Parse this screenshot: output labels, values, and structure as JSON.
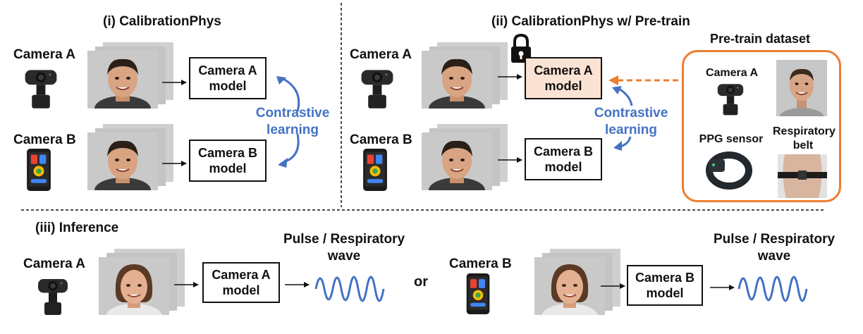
{
  "sections": {
    "i_title": "(i) CalibrationPhys",
    "ii_title": "(ii) CalibrationPhys w/ Pre-train",
    "iii_title": "(iii) Inference"
  },
  "labels": {
    "camera_a": "Camera A",
    "camera_b": "Camera B",
    "model_a_line1": "Camera A",
    "model_a_line2": "model",
    "model_b_line1": "Camera B",
    "model_b_line2": "model",
    "contrastive_line1": "Contrastive",
    "contrastive_line2": "learning",
    "or": "or",
    "wave_line1": "Pulse / Respiratory",
    "wave_line2": "wave"
  },
  "pretrain": {
    "title": "Pre-train dataset",
    "camera": "Camera A",
    "ppg": "PPG sensor",
    "belt_line1": "Respiratory",
    "belt_line2": "belt"
  },
  "colors": {
    "accent_blue": "#4472c4",
    "orange": "#ed7d31",
    "locked_fill": "#fbe3d3"
  },
  "icons": [
    "webcam-icon",
    "smartphone-icon",
    "lock-icon",
    "face-image",
    "wristband-icon",
    "belt-icon"
  ]
}
